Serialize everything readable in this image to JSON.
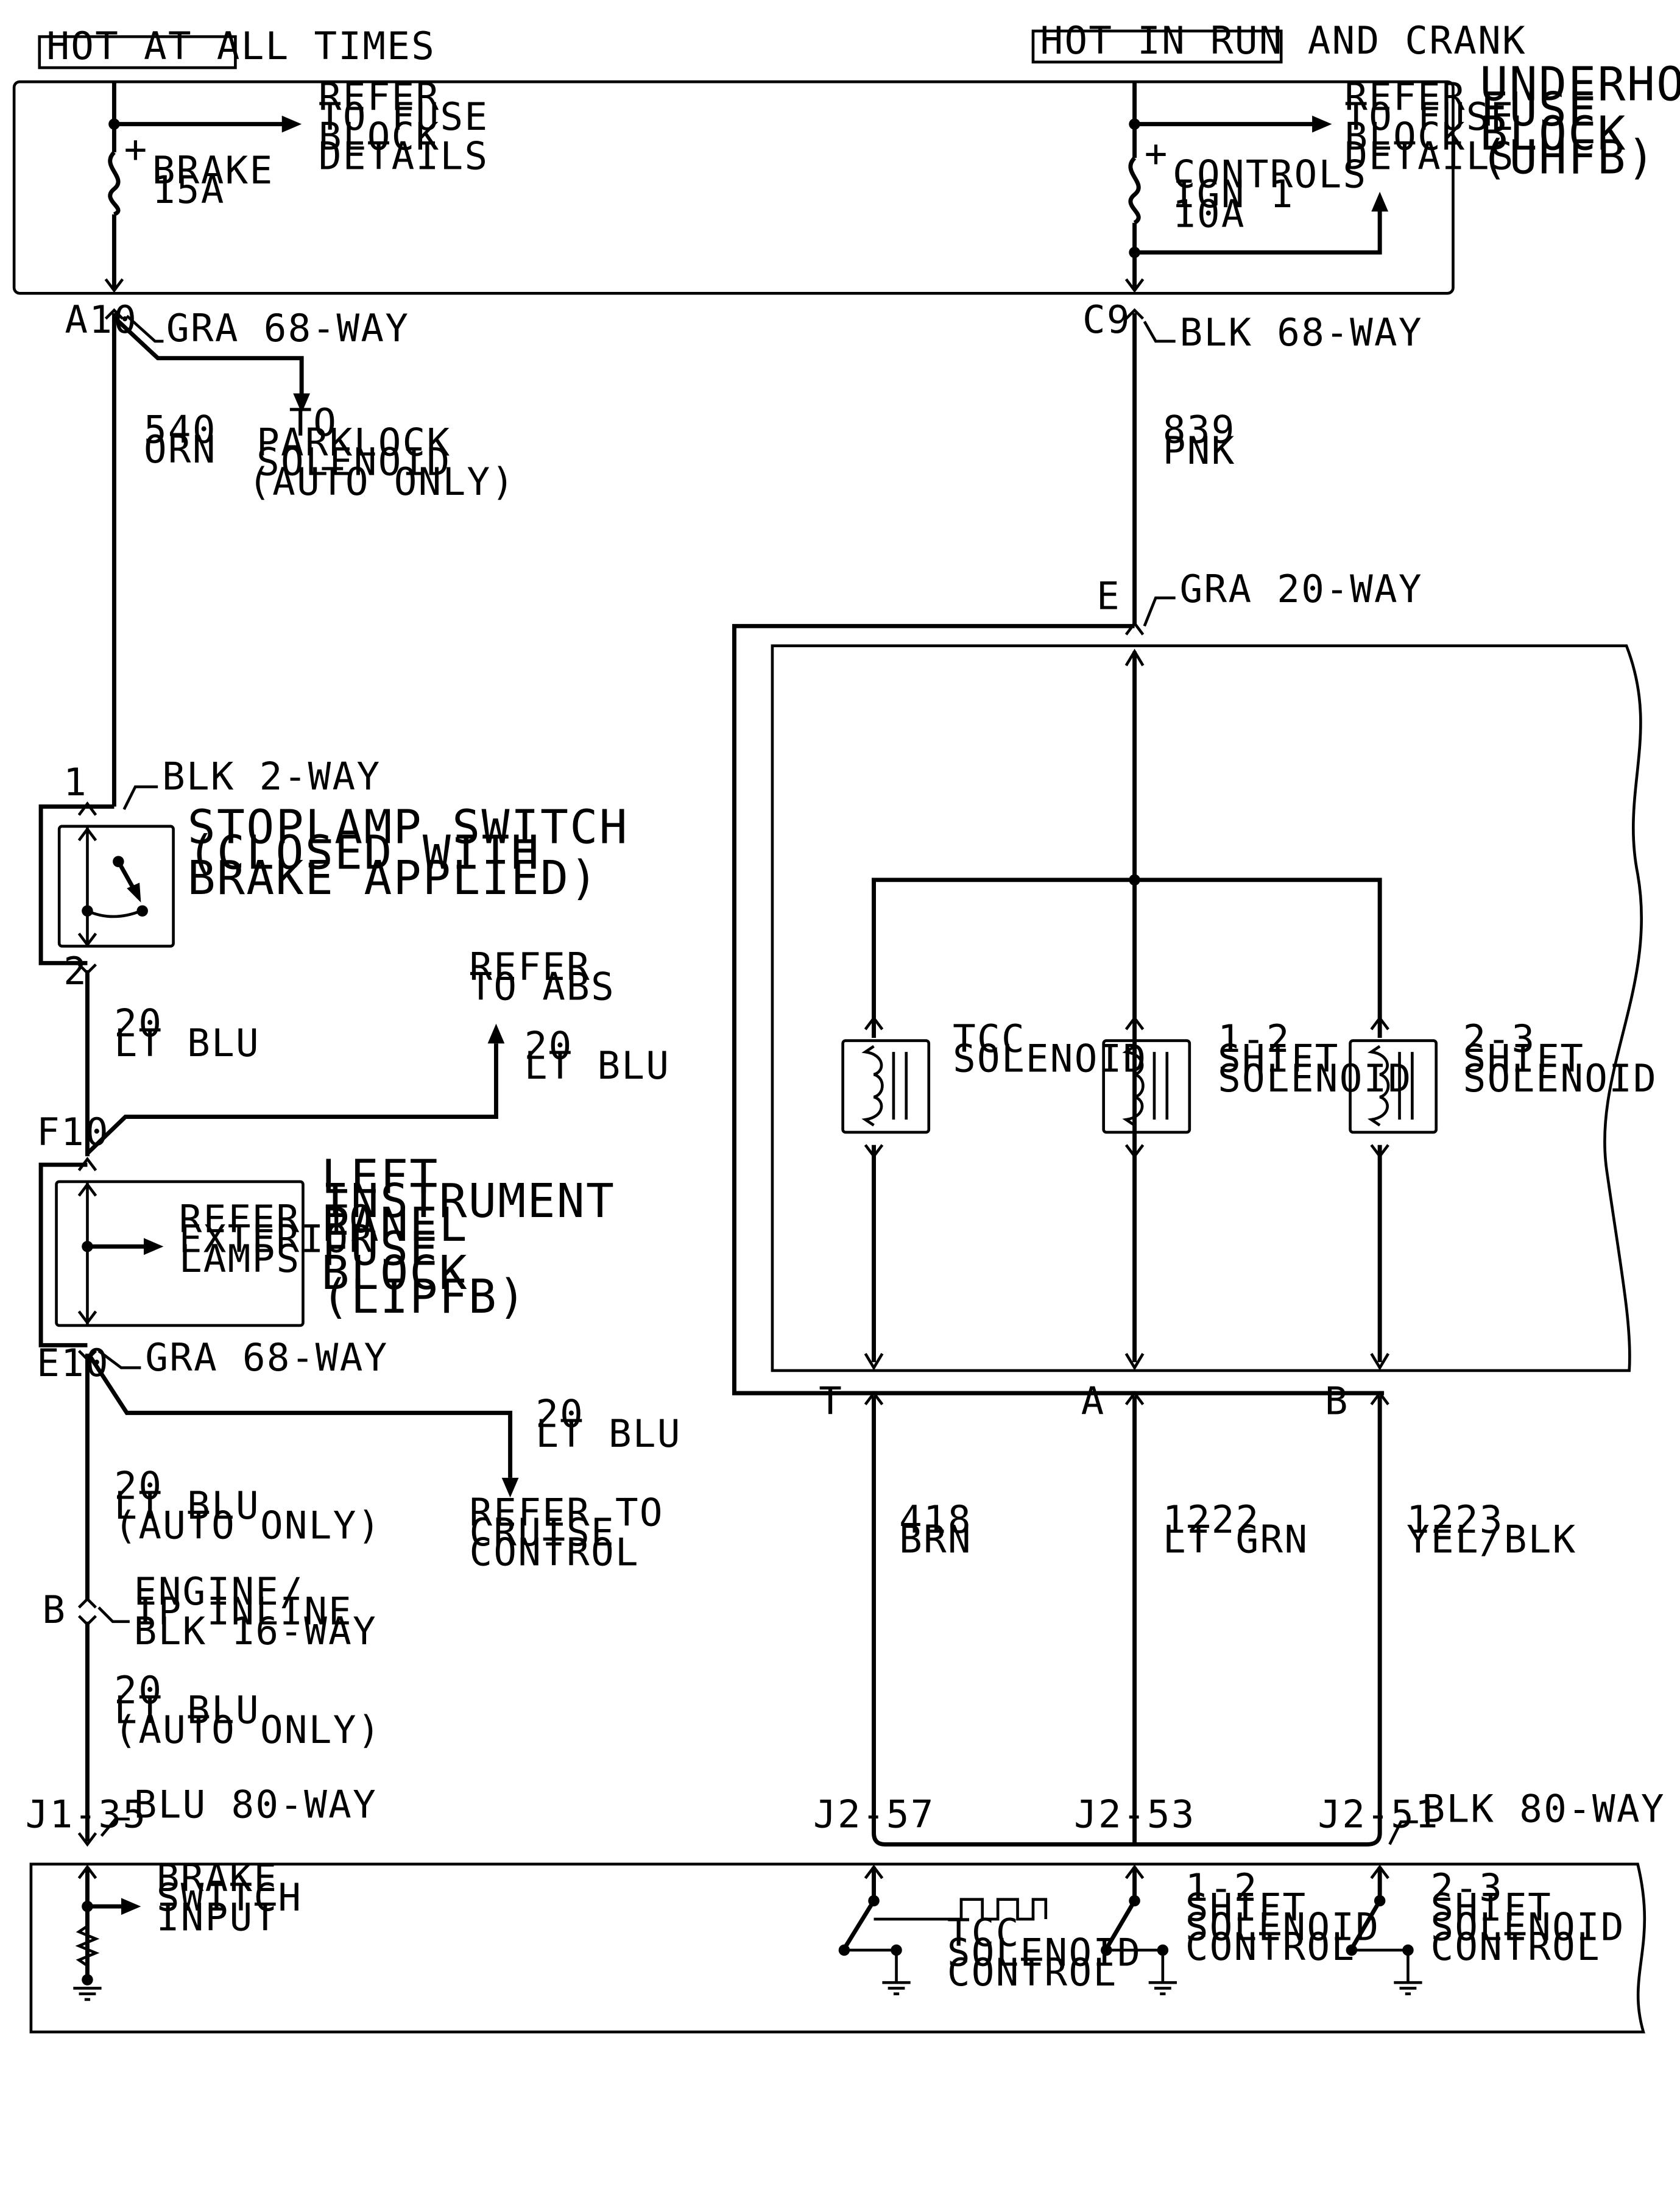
{
  "power_labels": {
    "hot_at_all_times": "HOT AT ALL TIMES",
    "hot_in_run_and_crank": "HOT IN RUN AND CRANK"
  },
  "uhfb": {
    "title": [
      "UNDERHOOD",
      "FUSE",
      "BLOCK",
      "(UHFB)"
    ],
    "brake_fuse": [
      "BRAKE",
      "15A"
    ],
    "controls_fuse": [
      "CONTROLS",
      "IGN 1",
      "10A"
    ],
    "refer_left": [
      "REFER",
      "TO FUSE",
      "BLOCK",
      "DETAILS"
    ],
    "refer_right": [
      "REFER",
      "TO FUSE",
      "BLOCK",
      "DETAILS"
    ],
    "plus": "+"
  },
  "connectors": {
    "a10": {
      "pin": "A10",
      "label": "GRA 68-WAY"
    },
    "c9": {
      "pin": "C9",
      "label": "BLK 68-WAY"
    },
    "e": {
      "pin": "E",
      "label": "GRA 20-WAY"
    },
    "stop1": {
      "pin": "1",
      "label": "BLK 2-WAY"
    },
    "stop2": {
      "pin": "2"
    },
    "f10": {
      "pin": "F10"
    },
    "e10": {
      "pin": "E10",
      "label": "GRA 68-WAY"
    },
    "b": {
      "pin": "B",
      "label": [
        "ENGINE/",
        "IP INLINE",
        "BLK 16-WAY"
      ]
    },
    "j1_35": {
      "pin": "J1-35",
      "label": "BLU 80-WAY"
    },
    "t": {
      "pin": "T"
    },
    "a": {
      "pin": "A"
    },
    "bb": {
      "pin": "B"
    },
    "j2_57": {
      "pin": "J2-57"
    },
    "j2_53": {
      "pin": "J2-53"
    },
    "j2_51": {
      "pin": "J2-51",
      "label": "BLK 80-WAY"
    }
  },
  "wires": {
    "w540": [
      "540",
      "ORN"
    ],
    "w839": [
      "839",
      "PNK"
    ],
    "w20_a": [
      "20",
      "LT BLU"
    ],
    "w20_abs": [
      "20",
      "LT BLU"
    ],
    "w20_cruise": [
      "20",
      "LT BLU"
    ],
    "w20_b": [
      "20",
      "LT BLU",
      "(AUTO ONLY)"
    ],
    "w20_c": [
      "20",
      "LT BLU",
      "(AUTO ONLY)"
    ],
    "w418": [
      "418",
      "BRN"
    ],
    "w1222": [
      "1222",
      "LT GRN"
    ],
    "w1223": [
      "1223",
      "YEL/BLK"
    ]
  },
  "refs": {
    "parklock": [
      "TO",
      "PARKLOCK",
      "SOLENOID",
      "(AUTO ONLY)"
    ],
    "abs": [
      "REFER",
      "TO ABS"
    ],
    "cruise": [
      "REFER TO",
      "CRUISE",
      "CONTROL"
    ],
    "exterior": [
      "REFER TO",
      "EXTERIOR",
      "LAMPS"
    ]
  },
  "stoplamp_switch": [
    "STOPLAMP SWITCH",
    "(CLOSED WITH",
    "BRAKE APPLIED)"
  ],
  "lipfb": [
    "LEFT",
    "INSTRUMENT",
    "PANEL",
    "FUSE",
    "BLOCK",
    "(LIPFB)"
  ],
  "solenoids": {
    "tcc": [
      "TCC",
      "SOLENOID"
    ],
    "s12": [
      "1-2",
      "SHIFT",
      "SOLENOID"
    ],
    "s23": [
      "2-3",
      "SHIFT",
      "SOLENOID"
    ]
  },
  "pcm": {
    "brake_input": [
      "BRAKE",
      "SWITCH",
      "INPUT"
    ],
    "tcc_control": [
      "TCC",
      "SOLENOID",
      "CONTROL"
    ],
    "s12_control": [
      "1-2",
      "SHIFT",
      "SOLENOID",
      "CONTROL"
    ],
    "s23_control": [
      "2-3",
      "SHIFT",
      "SOLENOID",
      "CONTROL"
    ]
  }
}
